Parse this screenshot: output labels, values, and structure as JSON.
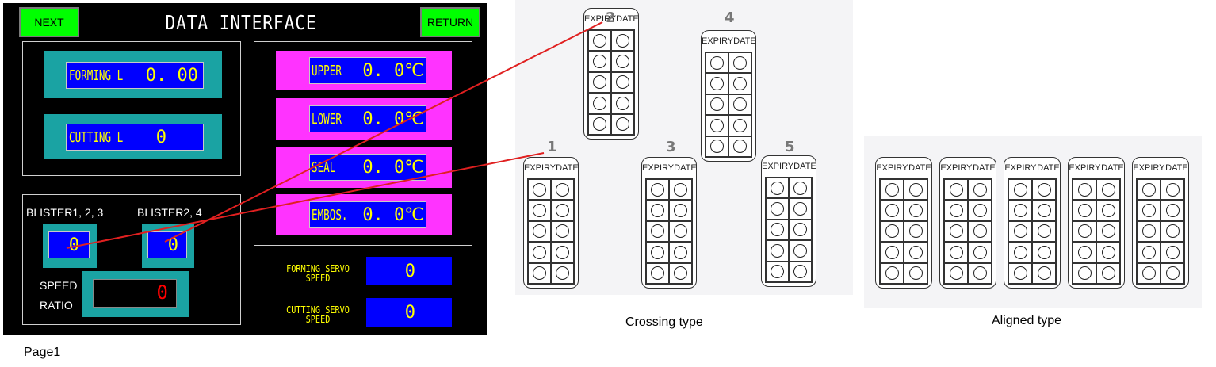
{
  "hmi": {
    "title": "DATA INTERFACE",
    "next_label": "NEXT",
    "return_label": "RETURN",
    "forming_l": {
      "label": "FORMING L",
      "value": "0. 00"
    },
    "cutting_l": {
      "label": "CUTTING L",
      "value": "0"
    },
    "temps": [
      {
        "label": "UPPER",
        "value": "0. 0℃"
      },
      {
        "label": "LOWER",
        "value": "0. 0℃"
      },
      {
        "label": "SEAL",
        "value": "0. 0℃"
      },
      {
        "label": "EMBOS.",
        "value": "0. 0℃"
      }
    ],
    "blister_a": {
      "label": "BLISTER1, 2, 3",
      "value": "0"
    },
    "blister_b": {
      "label": "BLISTER2, 4",
      "value": "0"
    },
    "speed_label_1": "SPEED",
    "speed_label_2": "RATIO",
    "speed_ratio_value": "0",
    "forming_servo": {
      "label_1": "FORMING SERVO",
      "label_2": "SPEED",
      "value": "0"
    },
    "cutting_servo": {
      "label_1": "CUTTING SERVO",
      "label_2": "SPEED",
      "value": "0"
    }
  },
  "page_caption": "Page1",
  "blister_header": {
    "left": "EXPIRY",
    "right": "DATE"
  },
  "crossing": {
    "caption": "Crossing type",
    "numbers": [
      "1",
      "2",
      "3",
      "4",
      "5"
    ]
  },
  "aligned": {
    "caption": "Aligned type"
  },
  "colors": {
    "hmi_bg": "#000000",
    "button": "#00ff00",
    "teal": "#1aa3a3",
    "field_blue": "#0000ff",
    "temp_pink": "#ff33ff",
    "value_yellow": "#ffff00",
    "arrow_red": "#e02020"
  }
}
